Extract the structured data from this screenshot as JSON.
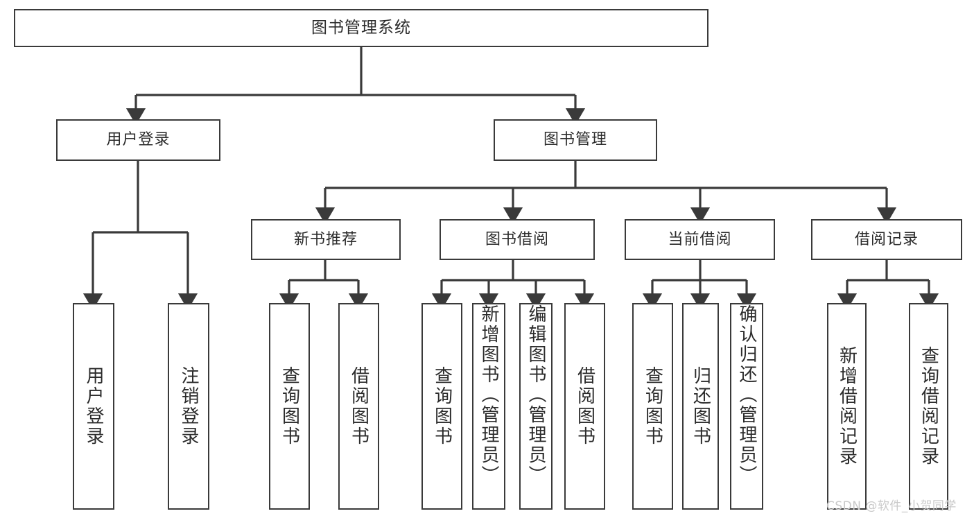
{
  "diagram": {
    "type": "tree-hierarchy-chart",
    "title": "图书管理系统",
    "background": "#ffffff",
    "line_color": "#3a3a3a",
    "text_color": "#2b2b2b",
    "watermark": "CSDN @软件_小贺同学",
    "nodes": {
      "root": {
        "label": "图书管理系统"
      },
      "level2": [
        {
          "id": "user-login",
          "label": "用户登录"
        },
        {
          "id": "book-manage",
          "label": "图书管理"
        }
      ],
      "level3": [
        {
          "id": "new-book-rec",
          "label": "新书推荐"
        },
        {
          "id": "book-borrow",
          "label": "图书借阅"
        },
        {
          "id": "current-borrow",
          "label": "当前借阅"
        },
        {
          "id": "borrow-record",
          "label": "借阅记录"
        }
      ],
      "leaves": {
        "user-login": [
          {
            "id": "leaf-user-login",
            "label": "用户登录"
          },
          {
            "id": "leaf-user-logout",
            "label": "注销登录"
          }
        ],
        "new-book-rec": [
          {
            "id": "leaf-query-book-1",
            "label": "查询图书"
          },
          {
            "id": "leaf-borrow-book-1",
            "label": "借阅图书"
          }
        ],
        "book-borrow": [
          {
            "id": "leaf-query-book-2",
            "label": "查询图书"
          },
          {
            "id": "leaf-add-book",
            "label": "新增图书（管理员）"
          },
          {
            "id": "leaf-edit-book",
            "label": "编辑图书（管理员）"
          },
          {
            "id": "leaf-borrow-book-2",
            "label": "借阅图书"
          }
        ],
        "current-borrow": [
          {
            "id": "leaf-query-book-3",
            "label": "查询图书"
          },
          {
            "id": "leaf-return-book",
            "label": "归还图书"
          },
          {
            "id": "leaf-confirm-return",
            "label": "确认归还（管理员）"
          }
        ],
        "borrow-record": [
          {
            "id": "leaf-add-record",
            "label": "新增借阅记录"
          },
          {
            "id": "leaf-query-record",
            "label": "查询借阅记录"
          }
        ]
      }
    }
  }
}
